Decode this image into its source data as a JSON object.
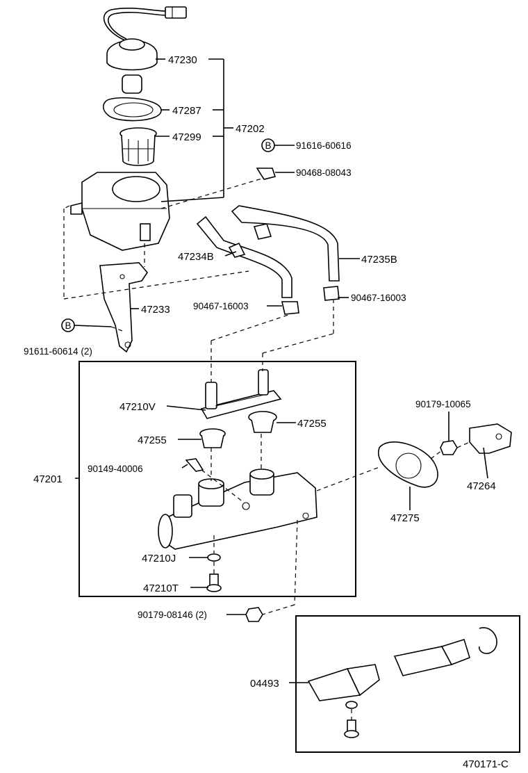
{
  "diagram": {
    "code": "470171-C",
    "badge": "B",
    "labels": {
      "p47230": "47230",
      "p47287": "47287",
      "p47202": "47202",
      "p47299": "47299",
      "p91616": "91616-60616",
      "p90468": "90468-08043",
      "p47235B": "47235B",
      "p47234B": "47234B",
      "p47233": "47233",
      "p90467a": "90467-16003",
      "p90467b": "90467-16003",
      "p91611": "91611-60614 (2)",
      "p47210V": "47210V",
      "p47255a": "47255",
      "p47255b": "47255",
      "p90149": "90149-40006",
      "p47201": "47201",
      "p47210J": "47210J",
      "p47210T": "47210T",
      "p90179a": "90179-10065",
      "p47264": "47264",
      "p47275": "47275",
      "p90179b": "90179-08146 (2)",
      "p04493": "04493"
    }
  }
}
